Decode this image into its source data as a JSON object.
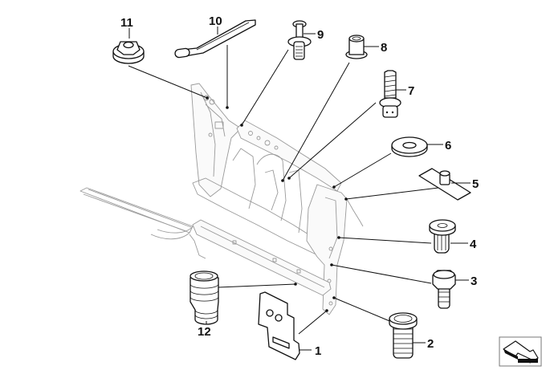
{
  "diagram": {
    "title": "Front body structure - fastening parts",
    "callouts": [
      {
        "id": 1,
        "label": "1",
        "part": "protective-plate"
      },
      {
        "id": 2,
        "label": "2",
        "part": "spacer-sleeve"
      },
      {
        "id": 3,
        "label": "3",
        "part": "hex-bolt"
      },
      {
        "id": 4,
        "label": "4",
        "part": "expanding-nut"
      },
      {
        "id": 5,
        "label": "5",
        "part": "support-plate-with-stud"
      },
      {
        "id": 6,
        "label": "6",
        "part": "washer"
      },
      {
        "id": 7,
        "label": "7",
        "part": "screw-with-tapped-head"
      },
      {
        "id": 8,
        "label": "8",
        "part": "nut-sleeve"
      },
      {
        "id": 9,
        "label": "9",
        "part": "expanding-rivet"
      },
      {
        "id": 10,
        "label": "10",
        "part": "cable-tie"
      },
      {
        "id": 11,
        "label": "11",
        "part": "collar-nut"
      },
      {
        "id": 12,
        "label": "12",
        "part": "rubber-buffer"
      }
    ],
    "navigation": {
      "icon": "next-page-arrow-icon"
    }
  }
}
